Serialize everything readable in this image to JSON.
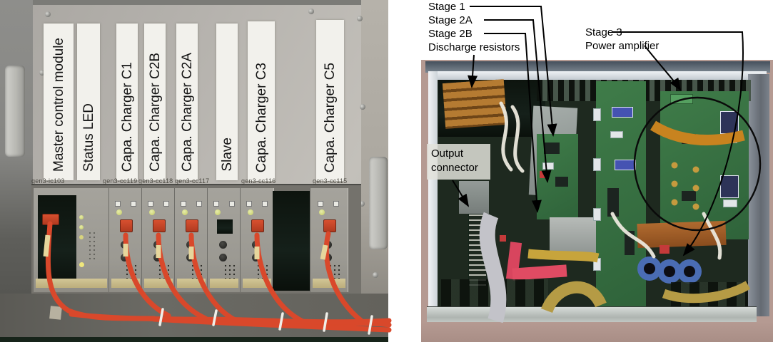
{
  "figure": {
    "left_photo": {
      "description": "rear of module rack with labeled plug-in modules and orange cables",
      "slot_labels": [
        "Master control module",
        "Status LED",
        "Capa. Charger C1",
        "Capa. Charger C2B",
        "Capa. Charger C2A",
        "Slave",
        "Capa. Charger C3",
        "Capa. Charger C5"
      ],
      "module_ids": [
        "gen3-ic103",
        "gen3-cc119",
        "gen3-cc118",
        "gen3-cc117",
        "gen3-cc116",
        "gen3-cc115"
      ]
    },
    "right_photo": {
      "description": "top view of open power-amplifier chassis with callout arrows",
      "callouts": {
        "stage1": "Stage 1",
        "stage2a": "Stage 2A",
        "stage2b": "Stage 2B",
        "discharge_resistors": "Discharge resistors",
        "stage3": "Stage 3",
        "power_amplifier": "Power amplifier",
        "output_connector": "Output connector"
      }
    }
  },
  "colors": {
    "cable_orange": "#d9482b",
    "label_strip": "#f2f1ec",
    "pcb_green": "#3e7a48",
    "copper": "#b5762e",
    "toroid_blue": "#4a6cb4",
    "busbar_red": "#df4a5f",
    "kapton_orange": "#c8831f",
    "annotation": "#000000"
  }
}
